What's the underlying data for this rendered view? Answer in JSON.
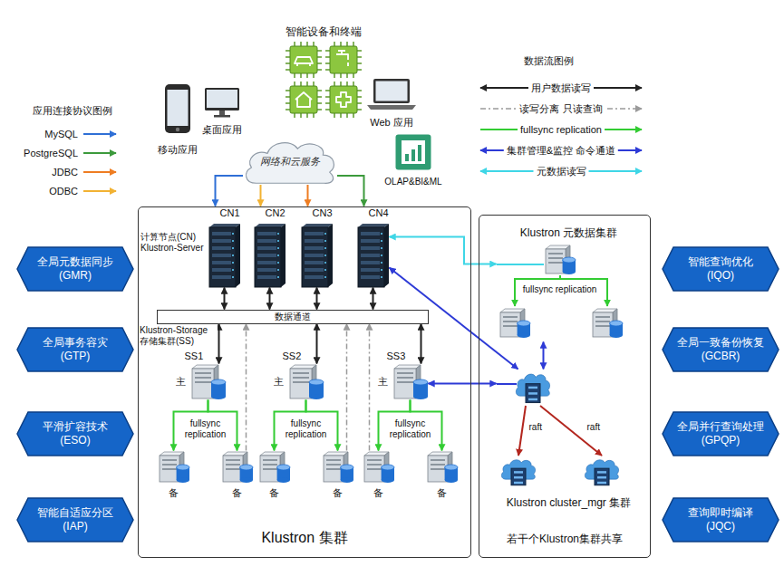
{
  "diagram": {
    "nodes": [
      {
        "text": [
          "智能设备和终端"
        ]
      },
      {
        "text": [
          "移动应用"
        ]
      },
      {
        "text": [
          "桌面应用"
        ]
      },
      {
        "text": [
          "Web 应用"
        ]
      },
      {
        "text": [
          "网络和云服务"
        ]
      },
      {
        "text": [
          "OLAP&BI&ML"
        ]
      },
      {
        "text": [
          "全局元数据同步 (GMR)"
        ]
      },
      {
        "text": [
          "全局事务容灾 (GTP)"
        ]
      },
      {
        "text": [
          "平滑扩容技术 (ESO)"
        ]
      },
      {
        "text": [
          "智能自适应分区 (IAP)"
        ]
      },
      {
        "text": [
          "Klustron 集群"
        ]
      },
      {
        "text": [
          "CN1"
        ],
        "in": 10
      },
      {
        "text": [
          "CN2"
        ],
        "in": 10
      },
      {
        "text": [
          "CN3"
        ],
        "in": 10
      },
      {
        "text": [
          "CN4"
        ],
        "in": 10
      },
      {
        "text": [
          "数据通道"
        ],
        "in": 10
      },
      {
        "text": [
          "SS1",
          "主"
        ],
        "in": 10
      },
      {
        "text": [
          "SS2",
          "主"
        ],
        "in": 10
      },
      {
        "text": [
          "SS3",
          "主"
        ],
        "in": 10
      },
      {
        "text": [
          "备"
        ],
        "in": 10
      },
      {
        "text": [
          "备"
        ],
        "in": 10
      },
      {
        "text": [
          "备"
        ],
        "in": 10
      },
      {
        "text": [
          "备"
        ],
        "in": 10
      },
      {
        "text": [
          "备"
        ],
        "in": 10
      },
      {
        "text": [
          "备"
        ],
        "in": 10
      },
      {
        "text": [
          "若干个Klustron集群共享"
        ]
      },
      {
        "text": [
          "Klustron 元数据集群"
        ],
        "in": 25
      },
      {
        "text": [
          "Klustron cluster_mgr 集群"
        ],
        "in": 25
      },
      {
        "text": [
          "智能查询优化 (IQO)"
        ]
      },
      {
        "text": [
          "全局一致备份恢复 (GCBR)"
        ]
      },
      {
        "text": [
          "全局并行查询处理 (GPQP)"
        ]
      },
      {
        "text": [
          "查询即时编译 (JQC)"
        ]
      }
    ],
    "edges": [
      {
        "from": 4,
        "to": 11,
        "arrow": "to"
      },
      {
        "from": 4,
        "to": 12,
        "arrow": "to"
      },
      {
        "from": 4,
        "to": 13,
        "arrow": "to"
      },
      {
        "from": 4,
        "to": 14,
        "arrow": "to"
      },
      {
        "from": 11,
        "to": 15,
        "arrow": "both"
      },
      {
        "from": 12,
        "to": 15,
        "arrow": "both"
      },
      {
        "from": 13,
        "to": 15,
        "arrow": "both"
      },
      {
        "from": 14,
        "to": 15,
        "arrow": "both"
      },
      {
        "from": 15,
        "to": 16,
        "arrow": "both"
      },
      {
        "from": 15,
        "to": 17,
        "arrow": "both"
      },
      {
        "from": 15,
        "to": 18,
        "arrow": "both"
      },
      {
        "from": 16,
        "to": 19,
        "arrow": "to",
        "label": "fullsync replication"
      },
      {
        "from": 16,
        "to": 20,
        "arrow": "to"
      },
      {
        "from": 17,
        "to": 21,
        "arrow": "to",
        "label": "fullsync replication"
      },
      {
        "from": 17,
        "to": 22,
        "arrow": "to"
      },
      {
        "from": 18,
        "to": 23,
        "arrow": "to",
        "label": "fullsync replication"
      },
      {
        "from": 18,
        "to": 24,
        "arrow": "to"
      },
      {
        "from": 20,
        "to": 15,
        "arrow": "to"
      },
      {
        "from": 22,
        "to": 15,
        "arrow": "to"
      },
      {
        "from": 23,
        "to": 15,
        "arrow": "to"
      },
      {
        "from": 14,
        "to": 26,
        "arrow": "both"
      },
      {
        "from": 14,
        "to": 27,
        "arrow": "both"
      },
      {
        "from": 18,
        "to": 27,
        "arrow": "both"
      },
      {
        "from": 26,
        "to": 27,
        "arrow": "both"
      }
    ],
    "labels": [
      "应用连接协议图例",
      "数据流图例",
      "计算节点(CN) Klustron-Server",
      "Klustron-Storage 存储集群(SS)",
      "fullsync replication",
      "raft",
      "raft"
    ],
    "legend": [
      {
        "text": "MySQL"
      },
      {
        "text": "PostgreSQL"
      },
      {
        "text": "JDBC"
      },
      {
        "text": "ODBC"
      },
      {
        "text": "用户数据读写"
      },
      {
        "text": "读写分离 只读查询"
      },
      {
        "text": "fullsync replication"
      },
      {
        "text": "集群管理&监控 命令通道"
      },
      {
        "text": "元数据读写"
      }
    ]
  }
}
